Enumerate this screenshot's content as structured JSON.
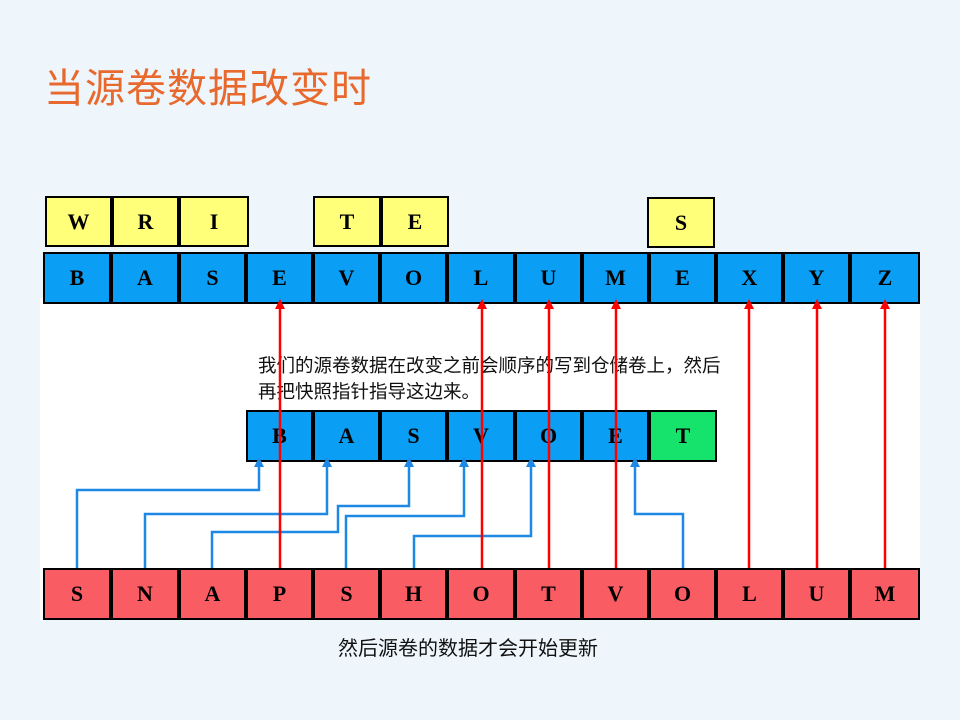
{
  "title": "当源卷数据改变时",
  "write_row": [
    "W",
    "R",
    "I"
  ],
  "te_row": [
    "T",
    "E"
  ],
  "s_box": "S",
  "base_row": [
    "B",
    "A",
    "S",
    "E",
    "V",
    "O",
    "L",
    "U",
    "M",
    "E",
    "X",
    "Y",
    "Z"
  ],
  "middle_row": [
    "B",
    "A",
    "S",
    "V",
    "O",
    "E",
    "T"
  ],
  "snap_row": [
    "S",
    "N",
    "A",
    "P",
    "S",
    "H",
    "O",
    "T",
    "V",
    "O",
    "L",
    "U",
    "M"
  ],
  "note_middle": "我们的源卷数据在改变之前会顺序的写到仓储卷上，然后再把快照指针指导这边来。",
  "note_bottom": "然后源卷的数据才会开始更新",
  "colors": {
    "title": "#e8692d",
    "yellow": "#ffff7a",
    "blue": "#0a9ef4",
    "green": "#16e36c",
    "red": "#fa5c64",
    "red_arrow": "#ff0000",
    "blue_arrow": "#1e88e5"
  }
}
